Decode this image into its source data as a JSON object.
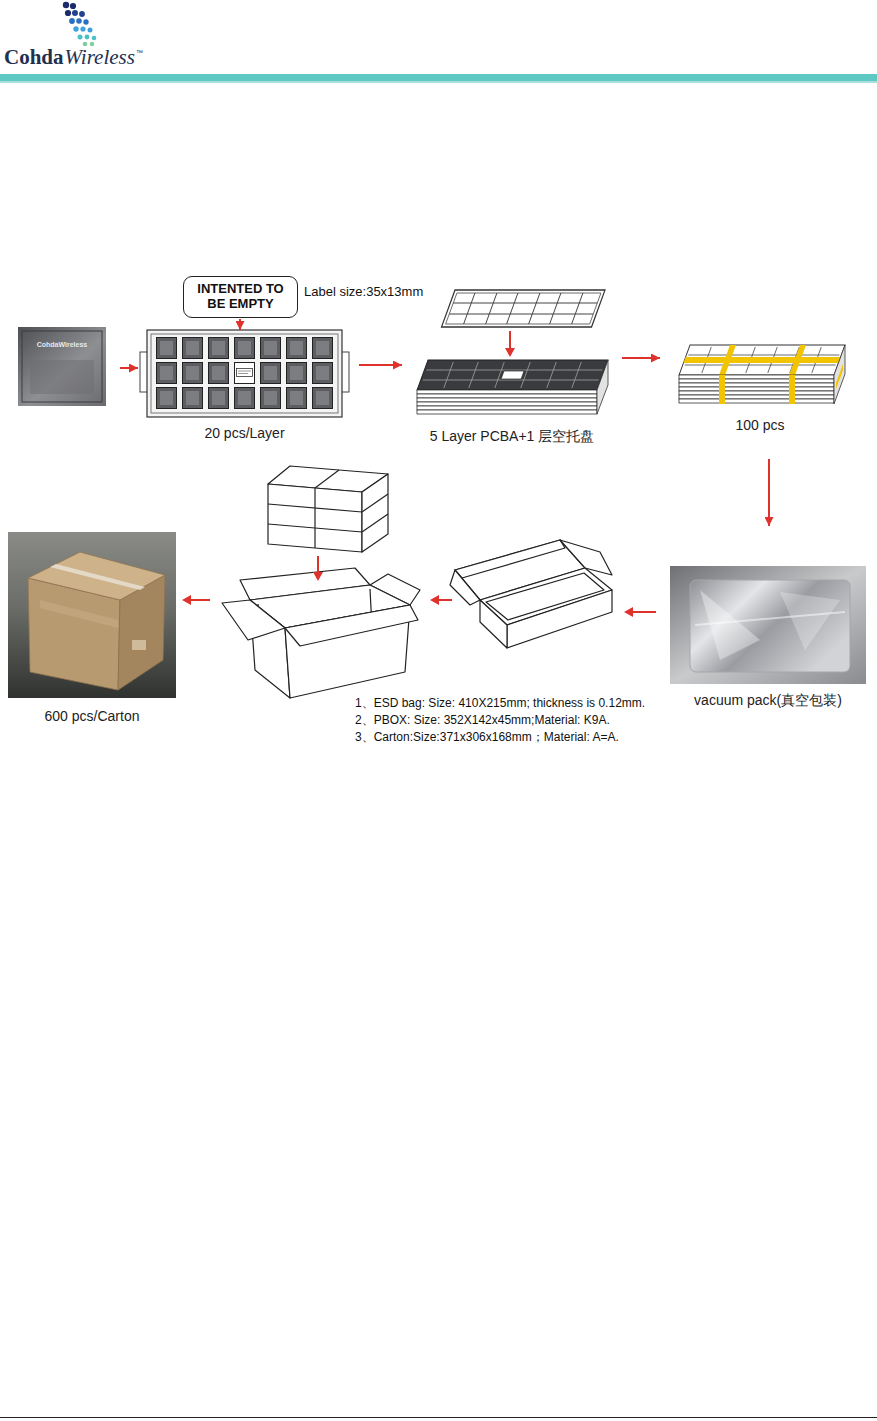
{
  "diagram": {
    "nodes": [
      {
        "text": [
          "CohdaWireless"
        ]
      },
      {
        "text": [
          "INTENTED TO BE EMPTY"
        ]
      },
      {
        "text": [
          "20 pcs/Layer"
        ]
      },
      {
        "text": [
          "5 Layer PCBA+1 层空托盘"
        ]
      },
      {
        "text": [
          "100 pcs"
        ]
      },
      {
        "text": [
          "vacuum pack(真空包装)"
        ]
      },
      {
        "text": [
          "600 pcs/Carton"
        ]
      }
    ],
    "edges": [
      {
        "from": 0,
        "to": 2,
        "arrow": "to"
      },
      {
        "from": 1,
        "to": 2,
        "arrow": "to"
      },
      {
        "from": 2,
        "to": 3,
        "arrow": "to"
      },
      {
        "from": 3,
        "to": 4,
        "arrow": "to"
      },
      {
        "from": 4,
        "to": 5,
        "arrow": "to"
      }
    ],
    "labels": [
      "Cohda",
      "Wireless",
      "™",
      "Label size:35x13mm",
      "1、ESD bag: Size: 410X215mm; thickness is 0.12mm.",
      "2、PBOX: Size: 352X142x45mm;Material: K9A.",
      "3、Carton:Size:371x306x168mm；Material: A=A."
    ]
  }
}
